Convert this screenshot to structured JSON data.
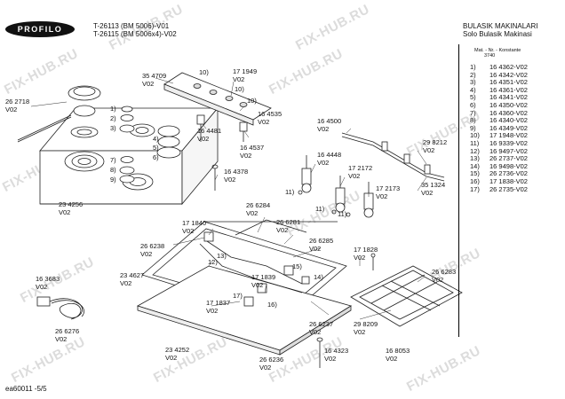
{
  "header": {
    "brand": "PROFILO",
    "model_line_1": "T-26113   (BM 5006)-V01",
    "model_line_2": "T-26115   (BM 5006x4)-V02",
    "category_1": "BULASIK MAKINALARI",
    "category_2": "Solo Bulasik Makinasi"
  },
  "side_panel": {
    "header_1": "Mat. - Nr. - Konstante",
    "header_2": "3740",
    "items": [
      {
        "num": "1)",
        "code": "16 4362-V02"
      },
      {
        "num": "2)",
        "code": "16 4342-V02"
      },
      {
        "num": "3)",
        "code": "16 4351-V02"
      },
      {
        "num": "4)",
        "code": "16 4361-V02"
      },
      {
        "num": "5)",
        "code": "16 4341-V02"
      },
      {
        "num": "6)",
        "code": "16 4350-V02"
      },
      {
        "num": "7)",
        "code": "16 4360-V02"
      },
      {
        "num": "8)",
        "code": "16 4340-V02"
      },
      {
        "num": "9)",
        "code": "16 4349-V02"
      },
      {
        "num": "10)",
        "code": "17 1948-V02"
      },
      {
        "num": "11)",
        "code": "16 9339-V02"
      },
      {
        "num": "12)",
        "code": "16 9497-V02"
      },
      {
        "num": "13)",
        "code": "26 2737-V02"
      },
      {
        "num": "14)",
        "code": "16 9498-V02"
      },
      {
        "num": "15)",
        "code": "26 2736-V02"
      },
      {
        "num": "16)",
        "code": "17 1838-V02"
      },
      {
        "num": "17)",
        "code": "26 2735-V02"
      }
    ]
  },
  "labels": {
    "p262718": "26 2718",
    "p262718v": "V02",
    "p354709": "35 4709",
    "p354709v": "V02",
    "p171949": "17 1949",
    "p171949v": "V02",
    "p164535": "16 4535",
    "p164535v": "V02",
    "p164481": "16 4481",
    "p164481v": "V02",
    "p164537": "16 4537",
    "p164537v": "V02",
    "p164500": "16 4500",
    "p164500v": "V02",
    "p298212": "29 8212",
    "p298212v": "V02",
    "p164448": "16 4448",
    "p164448v": "V02",
    "p164378": "16 4378",
    "p164378v": "V02",
    "p172172": "17 2172",
    "p172172v": "V02",
    "p172173": "17 2173",
    "p172173v": "V02",
    "p351324": "35 1324",
    "p351324v": "V02",
    "p234256": "23 4256",
    "p234256v": "V02",
    "p266284": "26 6284",
    "p266284v": "V02",
    "p266281": "26 6281",
    "p266281v": "V02",
    "p171840": "17 1840",
    "p171840v": "V02",
    "p266238": "26 6238",
    "p266238v": "V02",
    "p266285": "26 6285",
    "p266285v": "V02",
    "p171828": "17 1828",
    "p171828v": "V02",
    "p163683": "16 3683",
    "p163683v": "V02",
    "p234627": "23 4627",
    "p234627v": "V02",
    "p171839": "17 1839",
    "p171839v": "V02",
    "p266283": "26 6283",
    "p266283v": "V02",
    "p171837": "17 1837",
    "p171837v": "V02",
    "p266276": "26 6276",
    "p266276v": "V02",
    "p266237": "26 6237",
    "p266237v": "V02",
    "p298209": "29 8209",
    "p298209v": "V02",
    "p168053": "16 8053",
    "p168053v": "V02",
    "p234252": "23 4252",
    "p234252v": "V02",
    "p266236": "26 6236",
    "p266236v": "V02",
    "p164323": "16 4323",
    "p164323v": "V02"
  },
  "callouts": {
    "c1": "1)",
    "c2": "2)",
    "c3": "3)",
    "c4": "4)",
    "c5": "5)",
    "c6": "6)",
    "c7": "7)",
    "c8": "8)",
    "c9": "9)",
    "c10a": "10)",
    "c10b": "10)",
    "c10c": "10)",
    "c11a": "11)",
    "c11b": "11)",
    "c11c": "11)",
    "c12": "12)",
    "c13": "13)",
    "c14": "14)",
    "c15": "15)",
    "c16": "16)",
    "c17": "17)"
  },
  "watermark": "FIX-HUB.RU",
  "footer": {
    "code": "ea60011 -5/5"
  }
}
